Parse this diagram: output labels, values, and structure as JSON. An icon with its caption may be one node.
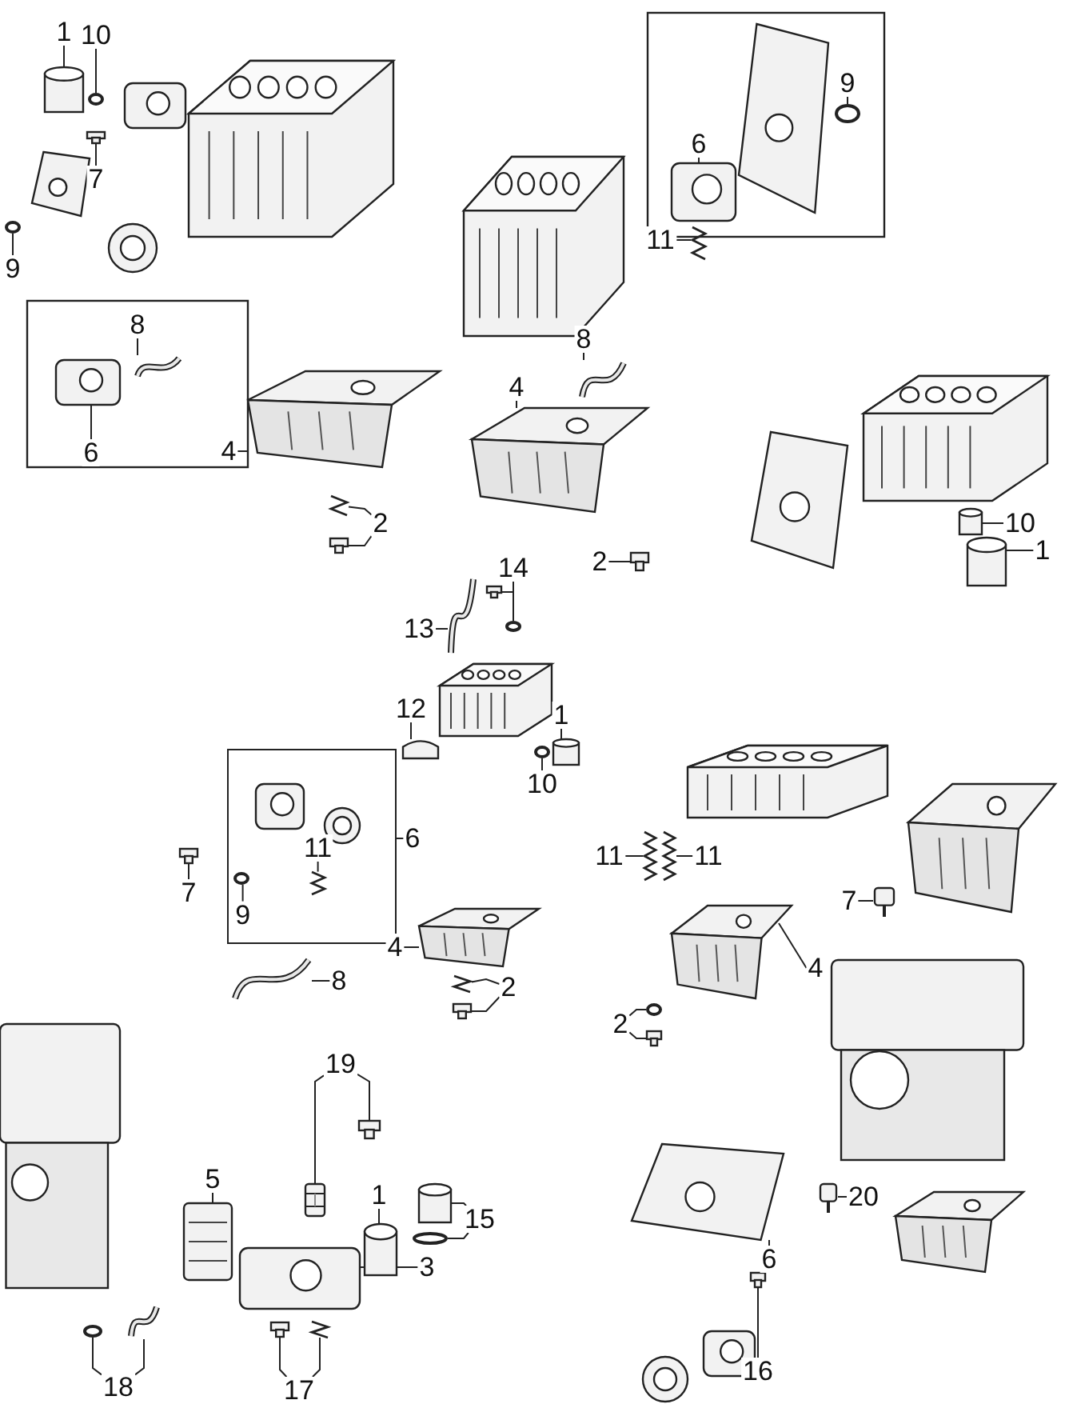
{
  "diagram": {
    "nodes": [
      {
        "text": [],
        "shape": "box"
      },
      {
        "text": [
          "1"
        ]
      },
      {
        "text": [
          "10"
        ]
      },
      {
        "text": [
          "7"
        ]
      },
      {
        "text": [
          "9"
        ]
      },
      {
        "text": [
          "8"
        ]
      },
      {
        "text": [
          "6"
        ]
      },
      {
        "text": [
          "4"
        ]
      },
      {
        "text": [
          "2"
        ]
      },
      {
        "text": [
          "9"
        ]
      },
      {
        "text": [
          "6"
        ]
      },
      {
        "text": [
          "11"
        ]
      },
      {
        "text": [
          "8"
        ]
      },
      {
        "text": [
          "4"
        ]
      },
      {
        "text": [
          "2"
        ]
      },
      {
        "text": [
          "10"
        ]
      },
      {
        "text": [
          "1"
        ]
      },
      {
        "text": [
          "14"
        ]
      },
      {
        "text": [
          "13"
        ]
      },
      {
        "text": [
          "12"
        ]
      },
      {
        "text": [
          "1"
        ]
      },
      {
        "text": [
          "10"
        ]
      },
      {
        "text": [
          "6"
        ]
      },
      {
        "text": [
          "7"
        ]
      },
      {
        "text": [
          "11"
        ],
        "in": 0
      },
      {
        "text": [
          "9"
        ],
        "in": 0
      },
      {
        "text": [
          "8"
        ]
      },
      {
        "text": [
          "4"
        ]
      },
      {
        "text": [
          "2"
        ]
      },
      {
        "text": [
          "11"
        ]
      },
      {
        "text": [
          "11"
        ]
      },
      {
        "text": [
          "7"
        ]
      },
      {
        "text": [
          "4"
        ]
      },
      {
        "text": [
          "2"
        ]
      },
      {
        "text": [
          "19"
        ]
      },
      {
        "text": [
          "5"
        ]
      },
      {
        "text": [
          "1"
        ]
      },
      {
        "text": [
          "15"
        ]
      },
      {
        "text": [
          "3"
        ]
      },
      {
        "text": [
          "18"
        ]
      },
      {
        "text": [
          "17"
        ]
      },
      {
        "text": [
          "20"
        ]
      },
      {
        "text": [
          "6"
        ]
      },
      {
        "text": [
          "16"
        ]
      },
      {
        "text": [],
        "shape": "cylinder"
      },
      {
        "text": [],
        "shape": "circle"
      },
      {
        "text": [],
        "shape": "bolt"
      },
      {
        "text": [],
        "shape": "circle"
      },
      {
        "text": [],
        "shape": "picture"
      },
      {
        "text": [],
        "shape": "picture"
      },
      {
        "text": [],
        "shape": "picture"
      },
      {
        "text": [],
        "shape": "picture"
      },
      {
        "text": [],
        "shape": "bolt"
      },
      {
        "text": [],
        "shape": "circle"
      },
      {
        "text": [],
        "shape": "picture"
      },
      {
        "text": [],
        "shape": "picture"
      },
      {
        "text": [],
        "shape": "picture"
      },
      {
        "text": [],
        "shape": "picture"
      },
      {
        "text": [],
        "shape": "bolt"
      },
      {
        "text": [],
        "shape": "cylinder"
      },
      {
        "text": [],
        "shape": "cylinder"
      },
      {
        "text": [],
        "shape": "bolt"
      },
      {
        "text": [],
        "shape": "circle"
      },
      {
        "text": [],
        "shape": "picture"
      },
      {
        "text": [],
        "shape": "arch"
      },
      {
        "text": [],
        "shape": "cylinder"
      },
      {
        "text": [],
        "shape": "circle"
      },
      {
        "text": [],
        "shape": "bolt"
      },
      {
        "text": [],
        "shape": "picture",
        "in": 0
      },
      {
        "text": [],
        "shape": "circle",
        "in": 0
      },
      {
        "text": [],
        "shape": "picture"
      },
      {
        "text": [],
        "shape": "picture"
      },
      {
        "text": [],
        "shape": "picture"
      },
      {
        "text": [],
        "shape": "bolt"
      },
      {
        "text": [],
        "shape": "picture"
      },
      {
        "text": [],
        "shape": "picture"
      },
      {
        "text": [],
        "shape": "picture"
      },
      {
        "text": [],
        "shape": "picture"
      },
      {
        "text": [],
        "shape": "circle"
      },
      {
        "text": [],
        "shape": "bolt"
      },
      {
        "text": [],
        "shape": "picture"
      },
      {
        "text": [],
        "shape": "bolt"
      },
      {
        "text": [],
        "shape": "picture"
      },
      {
        "text": [],
        "shape": "cylinder"
      },
      {
        "text": [],
        "shape": "cylinder"
      },
      {
        "text": [],
        "shape": "circle"
      },
      {
        "text": [],
        "shape": "picture"
      },
      {
        "text": [],
        "shape": "circle"
      },
      {
        "text": [],
        "shape": "picture"
      },
      {
        "text": [],
        "shape": "bolt"
      },
      {
        "text": [],
        "shape": "picture"
      },
      {
        "text": [],
        "shape": "picture"
      },
      {
        "text": [],
        "shape": "picture"
      },
      {
        "text": [],
        "shape": "bolt"
      }
    ],
    "edges": [
      {
        "from": 1,
        "to": 44,
        "arrow": "none"
      },
      {
        "from": 2,
        "to": 45,
        "arrow": "none"
      },
      {
        "from": 3,
        "to": 46,
        "arrow": "none"
      },
      {
        "from": 4,
        "to": 47,
        "arrow": "none"
      },
      {
        "from": 5,
        "to": 48,
        "arrow": "none"
      },
      {
        "from": 6,
        "to": 49,
        "arrow": "none"
      },
      {
        "from": 7,
        "to": 50,
        "arrow": "none"
      },
      {
        "from": 8,
        "to": 51,
        "arrow": "none"
      },
      {
        "from": 8,
        "to": 52,
        "arrow": "none"
      },
      {
        "from": 9,
        "to": 53,
        "arrow": "none"
      },
      {
        "from": 10,
        "to": 54,
        "arrow": "none"
      },
      {
        "from": 11,
        "to": 55,
        "arrow": "none"
      },
      {
        "from": 12,
        "to": 56,
        "arrow": "none"
      },
      {
        "from": 13,
        "to": 57,
        "arrow": "none"
      },
      {
        "from": 14,
        "to": 58,
        "arrow": "none"
      },
      {
        "from": 15,
        "to": 59,
        "arrow": "none"
      },
      {
        "from": 16,
        "to": 60,
        "arrow": "none"
      },
      {
        "from": 17,
        "to": 61,
        "arrow": "none"
      },
      {
        "from": 17,
        "to": 62,
        "arrow": "none"
      },
      {
        "from": 18,
        "to": 63,
        "arrow": "none"
      },
      {
        "from": 19,
        "to": 64,
        "arrow": "none"
      },
      {
        "from": 20,
        "to": 65,
        "arrow": "none"
      },
      {
        "from": 21,
        "to": 66,
        "arrow": "none"
      },
      {
        "from": 22,
        "to": 0,
        "arrow": "none"
      },
      {
        "from": 23,
        "to": 67,
        "arrow": "none"
      },
      {
        "from": 24,
        "to": 68,
        "arrow": "none"
      },
      {
        "from": 25,
        "to": 69,
        "arrow": "none"
      },
      {
        "from": 26,
        "to": 70,
        "arrow": "none"
      },
      {
        "from": 27,
        "to": 71,
        "arrow": "none"
      },
      {
        "from": 28,
        "to": 72,
        "arrow": "none"
      },
      {
        "from": 28,
        "to": 73,
        "arrow": "none"
      },
      {
        "from": 29,
        "to": 74,
        "arrow": "none"
      },
      {
        "from": 30,
        "to": 75,
        "arrow": "none"
      },
      {
        "from": 31,
        "to": 76,
        "arrow": "none"
      },
      {
        "from": 32,
        "to": 77,
        "arrow": "none"
      },
      {
        "from": 33,
        "to": 78,
        "arrow": "none"
      },
      {
        "from": 33,
        "to": 79,
        "arrow": "none"
      },
      {
        "from": 34,
        "to": 80,
        "arrow": "none"
      },
      {
        "from": 34,
        "to": 81,
        "arrow": "none"
      },
      {
        "from": 35,
        "to": 82,
        "arrow": "none"
      },
      {
        "from": 36,
        "to": 83,
        "arrow": "none"
      },
      {
        "from": 37,
        "to": 84,
        "arrow": "none"
      },
      {
        "from": 37,
        "to": 85,
        "arrow": "none"
      },
      {
        "from": 38,
        "to": 86,
        "arrow": "none"
      },
      {
        "from": 39,
        "to": 87,
        "arrow": "none"
      },
      {
        "from": 39,
        "to": 88,
        "arrow": "none"
      },
      {
        "from": 40,
        "to": 89,
        "arrow": "none"
      },
      {
        "from": 40,
        "to": 90,
        "arrow": "none"
      },
      {
        "from": 41,
        "to": 91,
        "arrow": "none"
      },
      {
        "from": 42,
        "to": 92,
        "arrow": "none"
      },
      {
        "from": 43,
        "to": 93,
        "arrow": "none"
      }
    ]
  }
}
